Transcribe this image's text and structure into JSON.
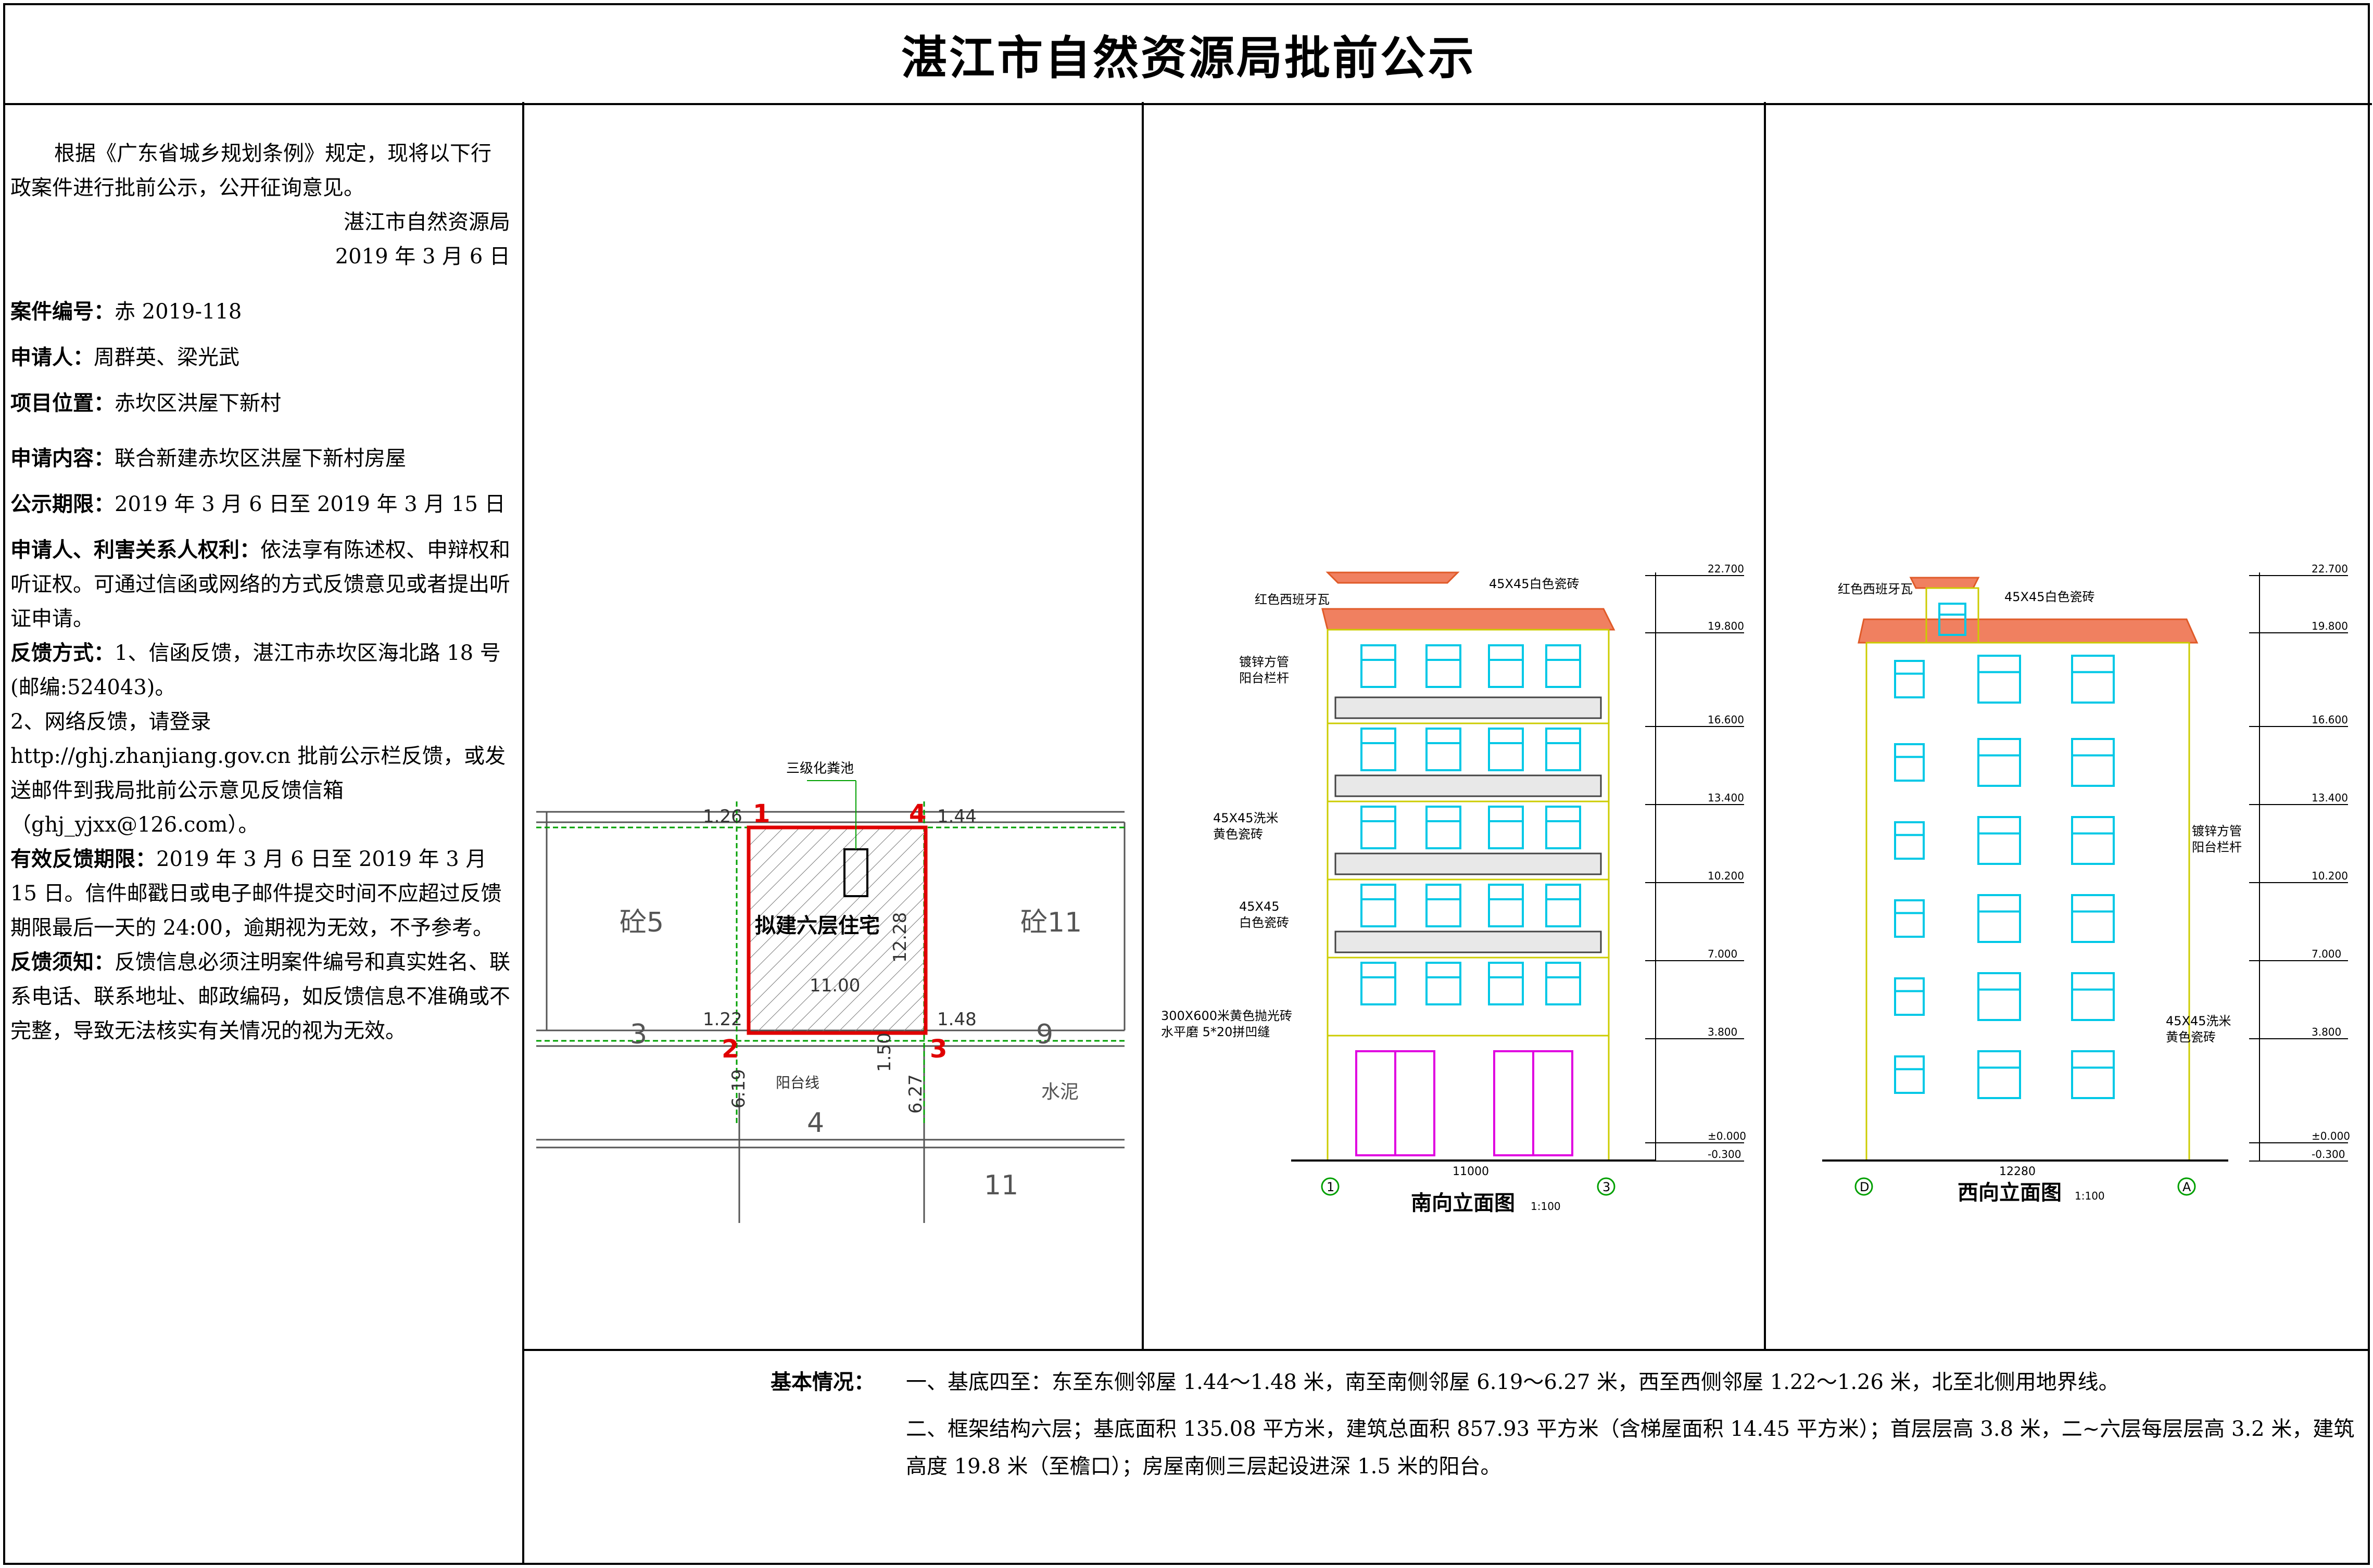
{
  "title": "湛江市自然资源局批前公示",
  "intro": "根据《广东省城乡规划条例》规定，现将以下行政案件进行批前公示，公开征询意见。",
  "issuer": "湛江市自然资源局",
  "issue_date": "2019 年 3 月 6 日",
  "case": {
    "number_label": "案件编号：",
    "number": "赤 2019-118",
    "applicant_label": "申请人：",
    "applicant": "周群英、梁光武",
    "location_label": "项目位置：",
    "location": "赤坎区洪屋下新村",
    "content_label": "申请内容：",
    "content": "联合新建赤坎区洪屋下新村房屋",
    "period_label": "公示期限：",
    "period": "2019 年 3 月 6 日至 2019 年 3 月 15 日",
    "rights_label": "申请人、利害关系人权利：",
    "rights": "依法享有陈述权、申辩权和听证权。可通过信函或网络的方式反馈意见或者提出听证申请。",
    "feedback_label": "反馈方式：",
    "feedback_1": "1、信函反馈，湛江市赤坎区海北路 18 号(邮编:524043)。",
    "feedback_2": "2、网络反馈，请登录",
    "feedback_url": "http://ghj.zhanjiang.gov.cn 批前公示栏反馈，或发送邮件到我局批前公示意见反馈信箱（ghj_yjxx@126.com）。",
    "deadline_label": "有效反馈期限：",
    "deadline": "2019 年 3 月 6 日至 2019 年 3 月 15 日。信件邮戳日或电子邮件提交时间不应超过反馈期限最后一天的 24:00，逾期视为无效，不予参考。",
    "notice_label": "反馈须知：",
    "notice": "反馈信息必须注明案件编号和真实姓名、联系电话、联系地址、邮政编码，如反馈信息不准确或不完整，导致无法核实有关情况的视为无效。"
  },
  "site_plan": {
    "building_label": "拟建六层住宅",
    "septic_label": "三级化粪池",
    "balcony_label": "阳台线",
    "corner_1": "1",
    "corner_2": "2",
    "corner_3": "3",
    "corner_4": "4",
    "dim_top_left": "1.26",
    "dim_top_right": "1.44",
    "dim_bottom_left": "1.22",
    "dim_bottom_right": "1.48",
    "dim_width": "11.00",
    "dim_depth": "12.28",
    "dim_south_left": "6.19",
    "dim_south_right": "6.27",
    "dim_balcony": "1.50",
    "west_plot": "砼5",
    "east_plot": "砼11",
    "plot_3": "3",
    "plot_4": "4",
    "plot_9": "9",
    "plot_11": "11",
    "cement_label": "水泥"
  },
  "south_elevation": {
    "title": "南向立面图",
    "scale": "1:100",
    "label_tile_red": "红色西班牙瓦",
    "label_tile_45": "45X45白色瓷砖",
    "label_railing": "镀锌方管\n阳台栏杆",
    "label_yellow_1": "45X45洗米\n黄色瓷砖",
    "label_white_45": "45X45\n白色瓷砖",
    "label_granite": "300X600米黄色抛光砖\n水平磨  5*20拼凹缝",
    "width_dim": "11000",
    "axis_left": "1",
    "axis_right": "3",
    "levels": [
      "22.700",
      "19.800",
      "16.600",
      "13.400",
      "10.200",
      "7.000",
      "3.800",
      "±0.000",
      "-0.300"
    ]
  },
  "west_elevation": {
    "title": "西向立面图",
    "scale": "1:100",
    "label_tile_red": "红色西班牙瓦",
    "label_tile_45": "45X45白色瓷砖",
    "label_railing": "镀锌方管\n阳台栏杆",
    "label_yellow": "45X45洗米\n黄色瓷砖",
    "width_dim": "12280",
    "axis_left": "D",
    "axis_right": "A",
    "levels": [
      "22.700",
      "19.800",
      "16.600",
      "13.400",
      "10.200",
      "7.000",
      "3.800",
      "±0.000",
      "-0.300"
    ]
  },
  "basic": {
    "label": "基本情况：",
    "line_1": "一、基底四至：东至东侧邻屋 1.44～1.48 米，南至南侧邻屋 6.19～6.27 米，西至西侧邻屋 1.22～1.26 米，北至北侧用地界线。",
    "line_2": "二、框架结构六层；基底面积 135.08 平方米，建筑总面积 857.93 平方米（含梯屋面积 14.45 平方米）；首层层高 3.8 米，二~六层每层层高 3.2 米，建筑高度 19.8 米（至檐口）；房屋南侧三层起设进深 1.5 米的阳台。"
  },
  "colors": {
    "red": "#e00000",
    "cyan": "#00c8e6",
    "yellow": "#ffff00",
    "magenta": "#e000e0",
    "roof": "#e05a28",
    "green": "#00a000"
  }
}
